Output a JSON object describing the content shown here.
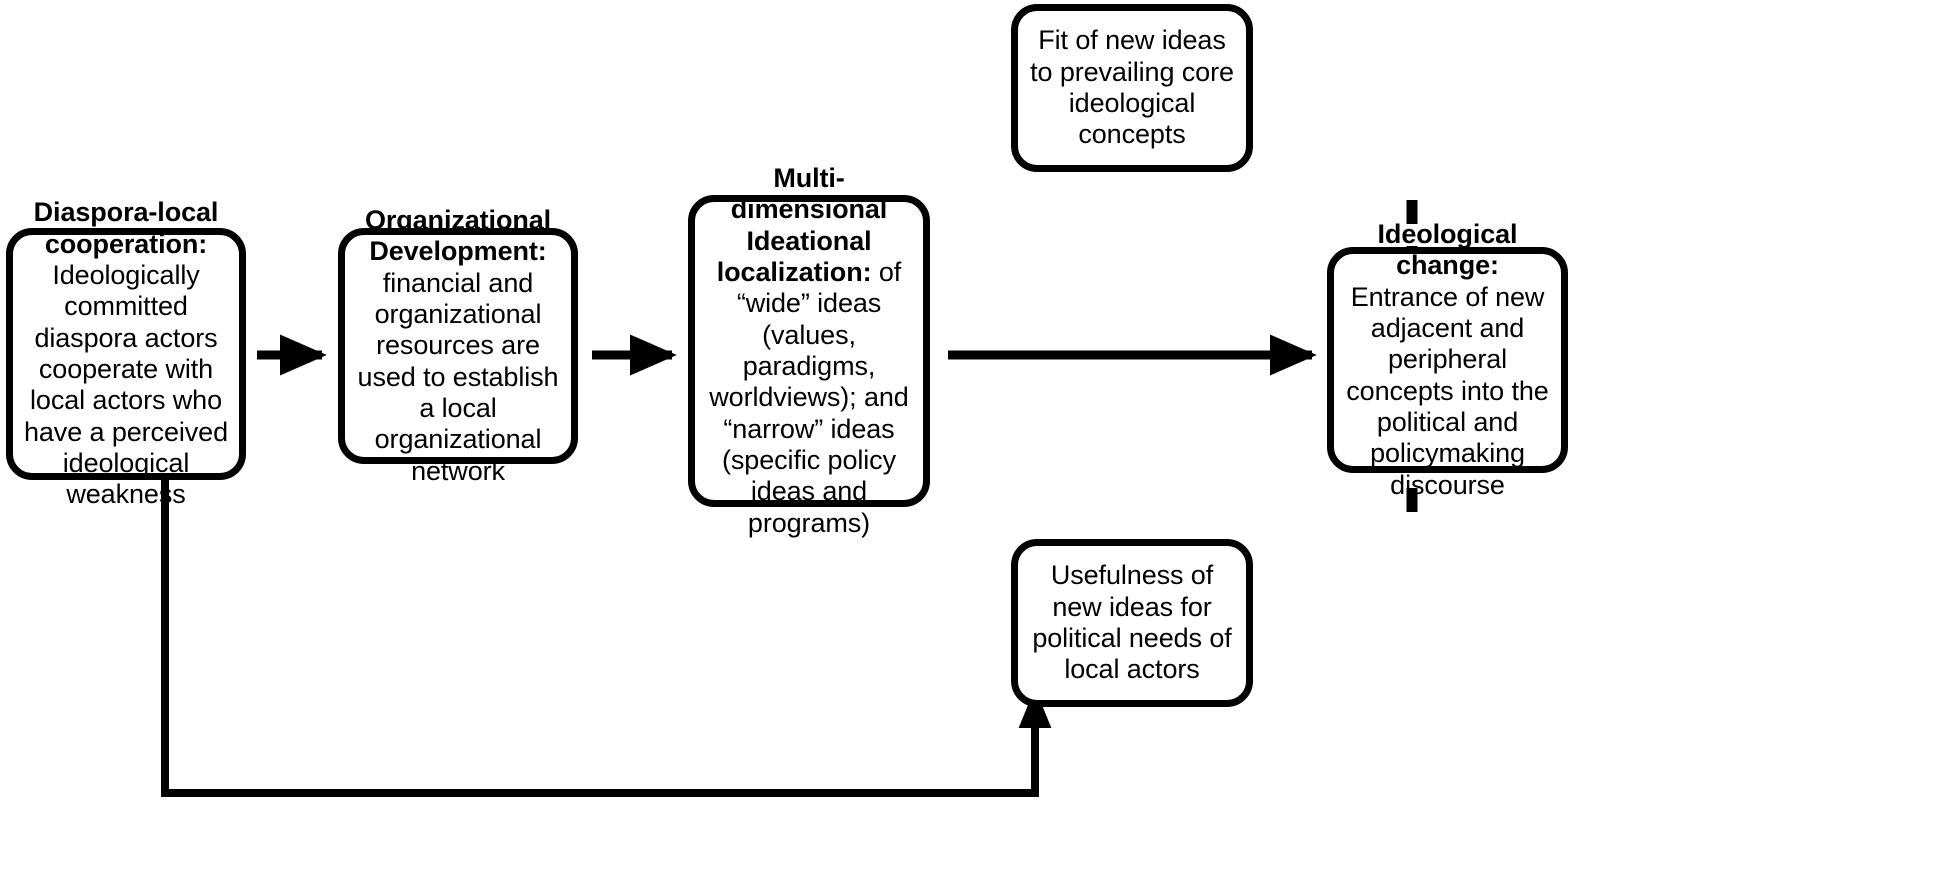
{
  "diagram": {
    "title": "Diaspora-local cooperation to ideological change process model",
    "background_color": "#ffffff",
    "stroke_color": "#000000"
  },
  "nodes": {
    "diaspora": {
      "heading": "Diaspora-local cooperation:",
      "body": "Ideologically committed diaspora actors cooperate with local actors who have a perceived ideological weakness"
    },
    "orgdev": {
      "heading": "Organizational Development:",
      "body": "financial and organizational resources are used to establish a local organizational network"
    },
    "localization": {
      "heading": "Multi-dimensional Ideational localization:",
      "body": "of “wide” ideas (values, paradigms, worldviews); and “narrow” ideas (specific policy ideas and programs)"
    },
    "fit": {
      "heading": "",
      "body": "Fit of new ideas to prevailing core ideological concepts"
    },
    "usefulness": {
      "heading": "",
      "body": "Usefulness of new ideas for political needs of local actors"
    },
    "change": {
      "heading": "Ideological change:",
      "body": "Entrance of new adjacent and peripheral concepts into the political and policymaking discourse"
    }
  },
  "edges": [
    {
      "id": "diaspora-to-orgdev",
      "from": "diaspora",
      "to": "orgdev",
      "style": "solid",
      "label": ""
    },
    {
      "id": "orgdev-to-localization",
      "from": "orgdev",
      "to": "localization",
      "style": "solid",
      "label": ""
    },
    {
      "id": "localization-to-change",
      "from": "localization",
      "to": "change",
      "style": "solid",
      "label": ""
    },
    {
      "id": "fit-to-main-flow",
      "from": "fit",
      "to": "localization-to-change",
      "style": "dashed",
      "label": ""
    },
    {
      "id": "usefulness-to-main-flow",
      "from": "usefulness",
      "to": "localization-to-change",
      "style": "dashed",
      "label": ""
    },
    {
      "id": "diaspora-feedback-to-localization",
      "from": "diaspora",
      "to": "localization",
      "style": "solid",
      "label": ""
    }
  ]
}
